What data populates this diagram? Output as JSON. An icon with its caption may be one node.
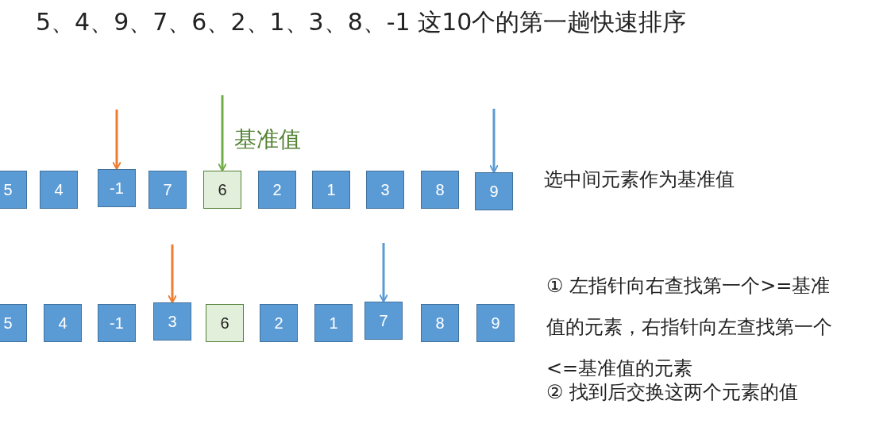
{
  "diagram": {
    "title": "5、4、9、7、6、2、1、3、8、-1 这10个的第一趟快速排序",
    "nodes": [
      {
        "text": [
          "5"
        ]
      },
      {
        "text": [
          "4"
        ]
      },
      {
        "text": [
          "-1"
        ]
      },
      {
        "text": [
          "7"
        ]
      },
      {
        "text": [
          "6"
        ]
      },
      {
        "text": [
          "2"
        ]
      },
      {
        "text": [
          "1"
        ]
      },
      {
        "text": [
          "3"
        ]
      },
      {
        "text": [
          "8"
        ]
      },
      {
        "text": [
          "9"
        ]
      },
      {
        "text": [
          "5"
        ]
      },
      {
        "text": [
          "4"
        ]
      },
      {
        "text": [
          "-1"
        ]
      },
      {
        "text": [
          "3"
        ]
      },
      {
        "text": [
          "6"
        ]
      },
      {
        "text": [
          "2"
        ]
      },
      {
        "text": [
          "1"
        ]
      },
      {
        "text": [
          "7"
        ]
      },
      {
        "text": [
          "8"
        ]
      },
      {
        "text": [
          "9"
        ]
      }
    ],
    "edges": [
      {
        "from": null,
        "to": 2,
        "arrow": "to",
        "color": "#ed7d31"
      },
      {
        "from": null,
        "to": 4,
        "arrow": "to",
        "color": "#70ad47"
      },
      {
        "from": null,
        "to": 9,
        "arrow": "to",
        "color": "#5b9bd5"
      },
      {
        "from": null,
        "to": 13,
        "arrow": "to",
        "color": "#ed7d31"
      },
      {
        "from": null,
        "to": 17,
        "arrow": "to",
        "color": "#5b9bd5"
      }
    ],
    "labels": [
      "基准值",
      "选中间元素作为基准值",
      "① 左指针向右查找第一个>=基准值的元素，右指针向左查找第一个<=基准值的元素",
      "② 找到后交换这两个元素的值"
    ]
  }
}
